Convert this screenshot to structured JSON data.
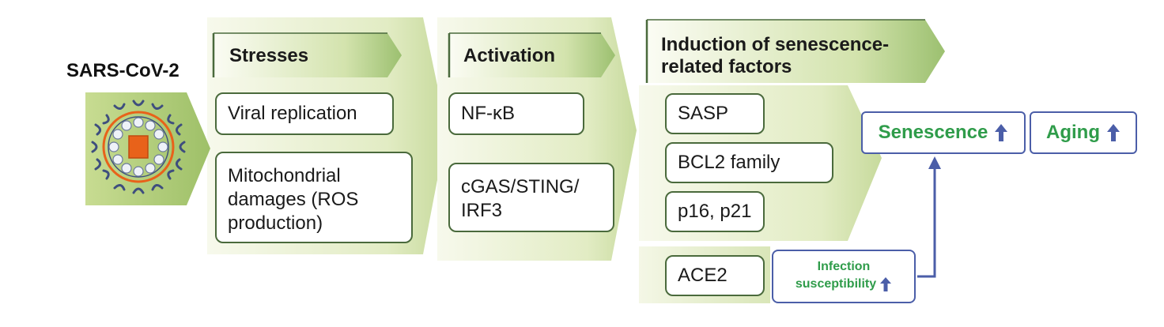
{
  "title": "SARS-CoV-2",
  "colors": {
    "panel_light": "#f6f8ea",
    "panel_dark": "#c9dba0",
    "box_border": "#4a6a3c",
    "outcome_border": "#4b5ea8",
    "outcome_text": "#2f9c4a",
    "arrow": "#4b5ea8",
    "virus_orange": "#e8621a",
    "virus_blue": "#3e4e7e"
  },
  "stresses": {
    "header": "Stresses",
    "items": [
      "Viral replication",
      "Mitochondrial damages (ROS production)"
    ],
    "item2_lines": [
      "Mitochondrial",
      "damages (ROS",
      "production)"
    ]
  },
  "activation": {
    "header": "Activation",
    "items": [
      "NF-κB",
      "cGAS/STING/ IRF3"
    ],
    "item2_lines": [
      "cGAS/STING/",
      "IRF3"
    ]
  },
  "induction": {
    "header_lines": [
      "Induction of senescence-",
      "related factors"
    ],
    "items": [
      "SASP",
      "BCL2 family",
      "p16, p21"
    ]
  },
  "ace2": "ACE2",
  "infection": {
    "lines": [
      "Infection",
      "susceptibility"
    ]
  },
  "outcomes": [
    "Senescence",
    "Aging"
  ],
  "icons": [
    "virus-icon",
    "up-arrow-icon"
  ]
}
